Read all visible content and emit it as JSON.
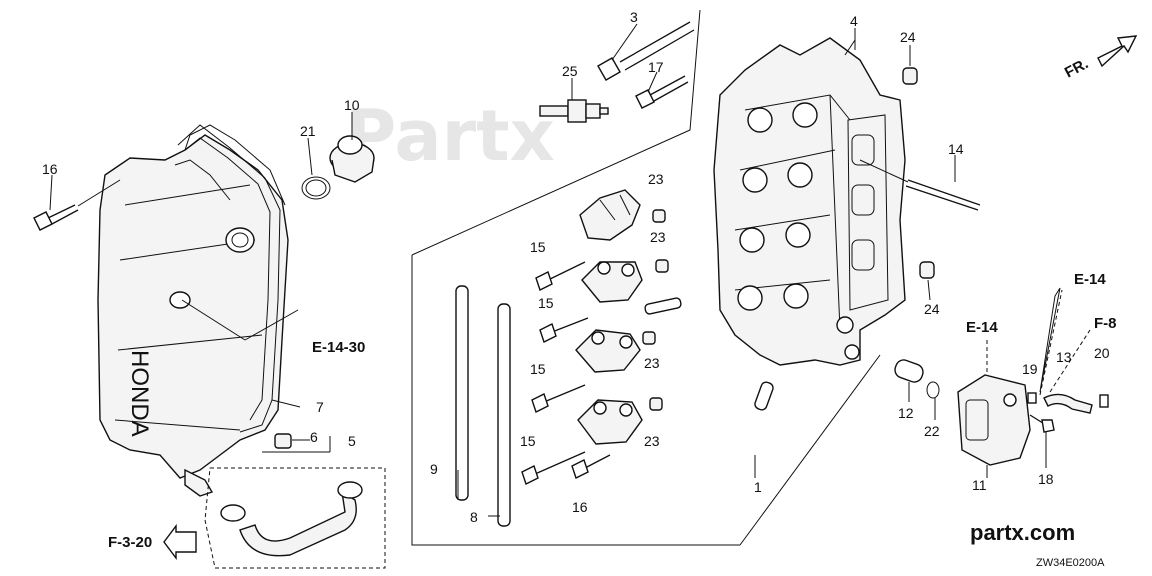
{
  "diagram": {
    "watermark": "Partx",
    "brand": "partx.com",
    "code": "ZW34E0200A",
    "direction": "FR.",
    "cover_logo": "HONDA",
    "refs": [
      "E-14-30",
      "E-14",
      "E-14",
      "F-8",
      "F-3-20"
    ],
    "callouts": [
      "1",
      "3",
      "4",
      "5",
      "6",
      "7",
      "8",
      "9",
      "10",
      "11",
      "12",
      "13",
      "14",
      "15",
      "15",
      "15",
      "15",
      "16",
      "16",
      "17",
      "18",
      "19",
      "20",
      "21",
      "22",
      "23",
      "23",
      "23",
      "23",
      "24",
      "24",
      "25"
    ]
  }
}
